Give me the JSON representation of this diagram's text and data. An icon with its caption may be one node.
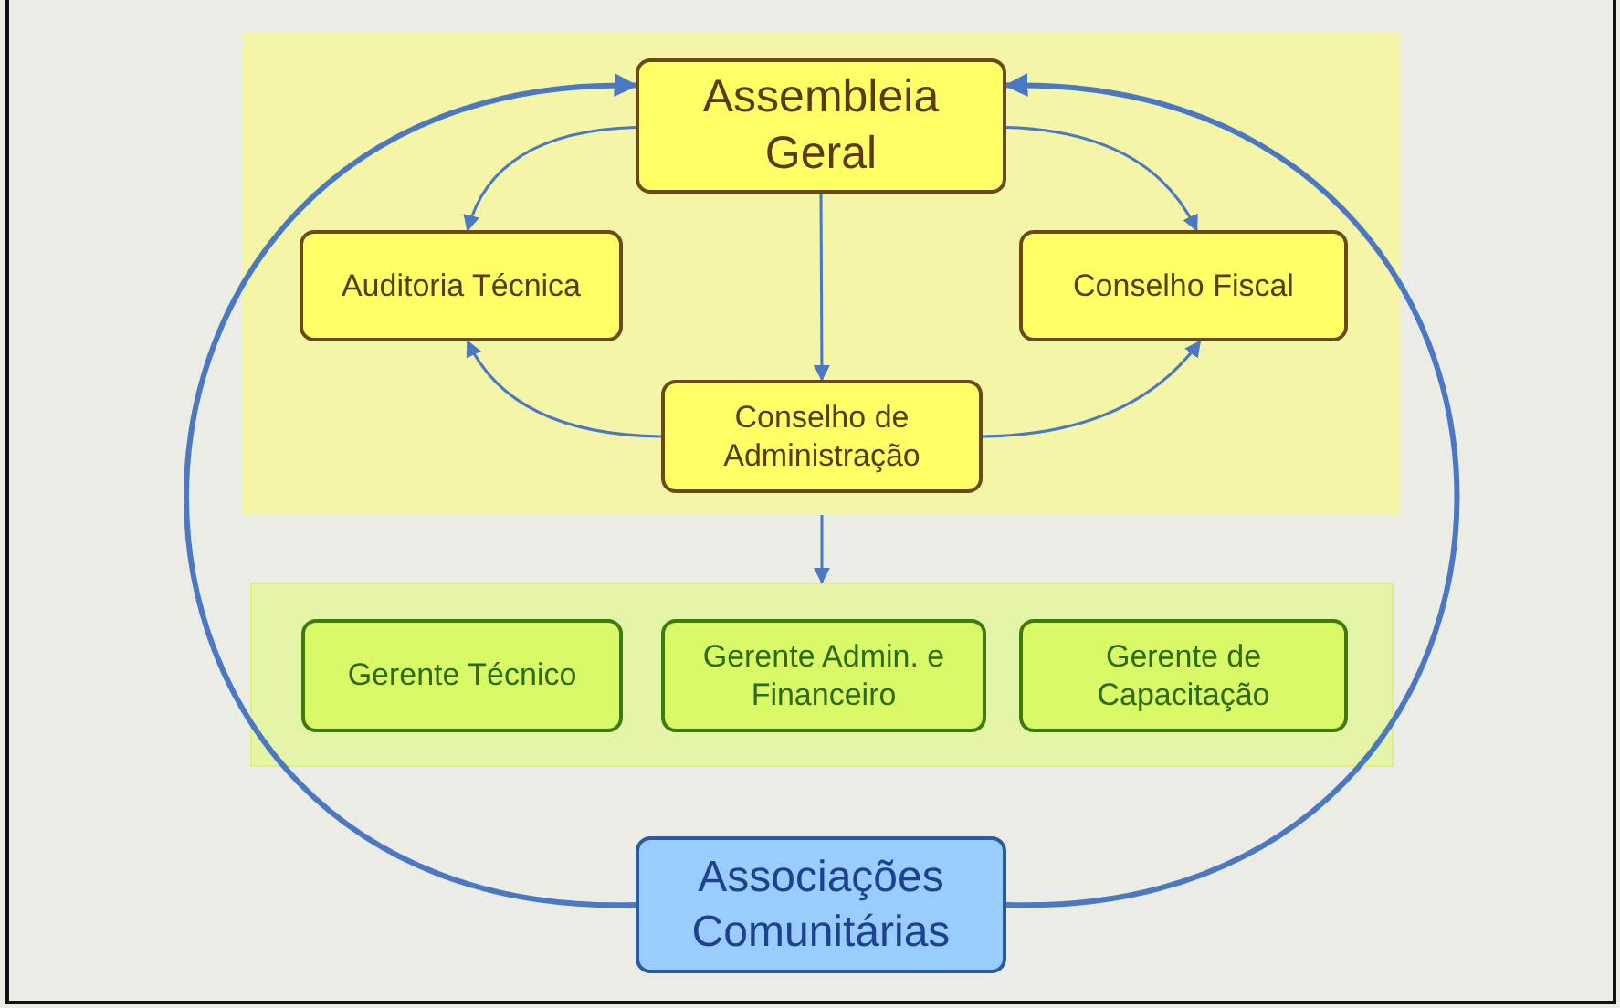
{
  "diagram": {
    "nodes": [
      {
        "text": [],
        "shape": "box"
      },
      {
        "text": [
          "Assembleia Geral"
        ],
        "in": 0
      },
      {
        "text": [
          "Auditoria Técnica"
        ],
        "in": 0
      },
      {
        "text": [
          "Conselho Fiscal"
        ],
        "in": 0
      },
      {
        "text": [
          "Conselho de Administração"
        ],
        "in": 0
      },
      {
        "text": [],
        "shape": "box"
      },
      {
        "text": [
          "Gerente Técnico"
        ],
        "in": 5
      },
      {
        "text": [
          "Gerente Admin. e Financeiro"
        ],
        "in": 5
      },
      {
        "text": [
          "Gerente de Capacitação"
        ],
        "in": 5
      },
      {
        "text": [
          "Associações Comunitárias"
        ]
      }
    ],
    "edges": [
      {
        "from": 1,
        "to": 2,
        "arrow": "to"
      },
      {
        "from": 1,
        "to": 3,
        "arrow": "to"
      },
      {
        "from": 1,
        "to": 4,
        "arrow": "to"
      },
      {
        "from": 4,
        "to": 2,
        "arrow": "to"
      },
      {
        "from": 4,
        "to": 3,
        "arrow": "to"
      },
      {
        "from": 0,
        "to": 5,
        "arrow": "to"
      },
      {
        "from": 9,
        "to": 1,
        "arrow": "to",
        "style": "thick"
      },
      {
        "from": 9,
        "to": 1,
        "arrow": "to",
        "style": "thick"
      }
    ]
  }
}
